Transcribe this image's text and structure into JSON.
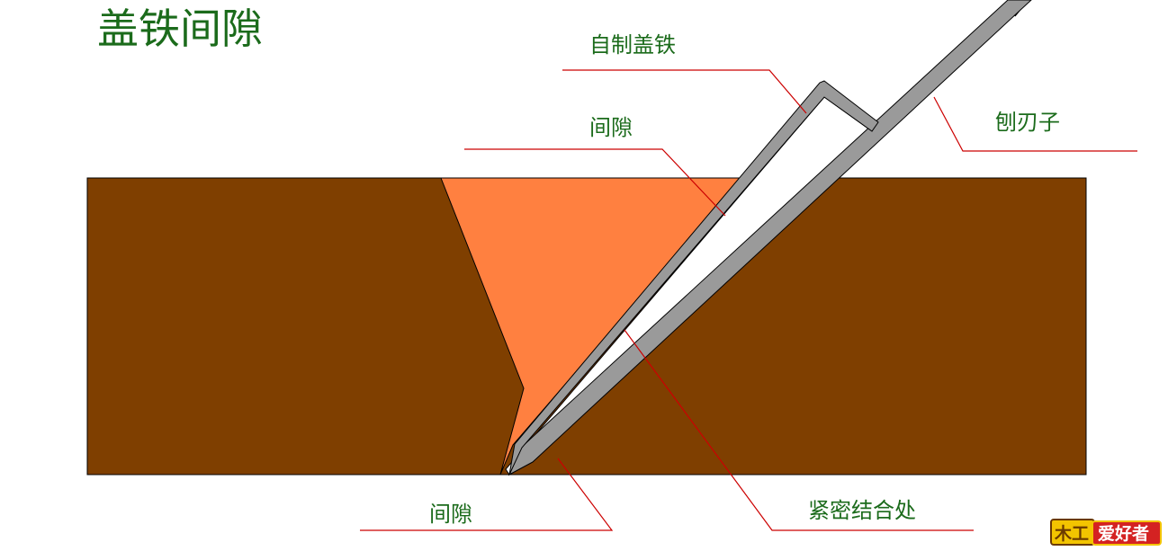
{
  "title": "盖铁间隙",
  "labels": {
    "cap_iron": "自制盖铁",
    "gap_upper": "间隙",
    "blade": "刨刃子",
    "gap_lower": "间隙",
    "tight_fit": "紧密结合处"
  },
  "logo": {
    "left": "木工",
    "right": "爱好者"
  },
  "colors": {
    "wood": "#7f3f00",
    "gap_fill": "#ff8040",
    "metal": "#9a9a9a",
    "leader": "#cc0000",
    "text": "#1b6b1b"
  }
}
